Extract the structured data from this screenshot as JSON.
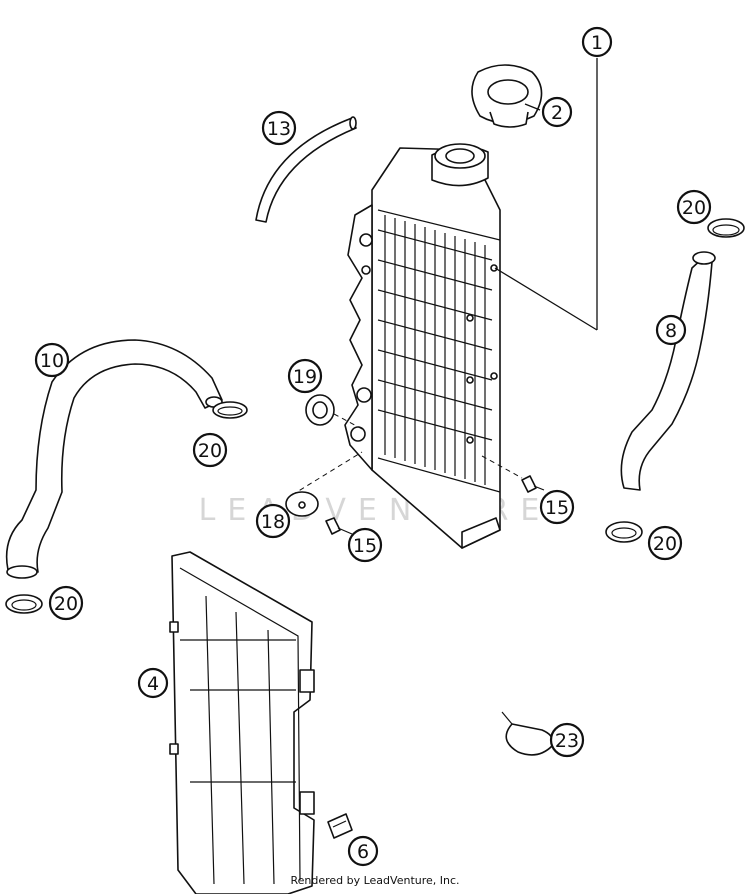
{
  "watermark": "LEADVENTURE",
  "footer": {
    "credit": "Rendered by LeadVenture, Inc."
  },
  "callouts": [
    "1",
    "2",
    "4",
    "6",
    "8",
    "10",
    "13",
    "15",
    "15",
    "18",
    "19",
    "20",
    "20",
    "20",
    "20",
    "23"
  ]
}
